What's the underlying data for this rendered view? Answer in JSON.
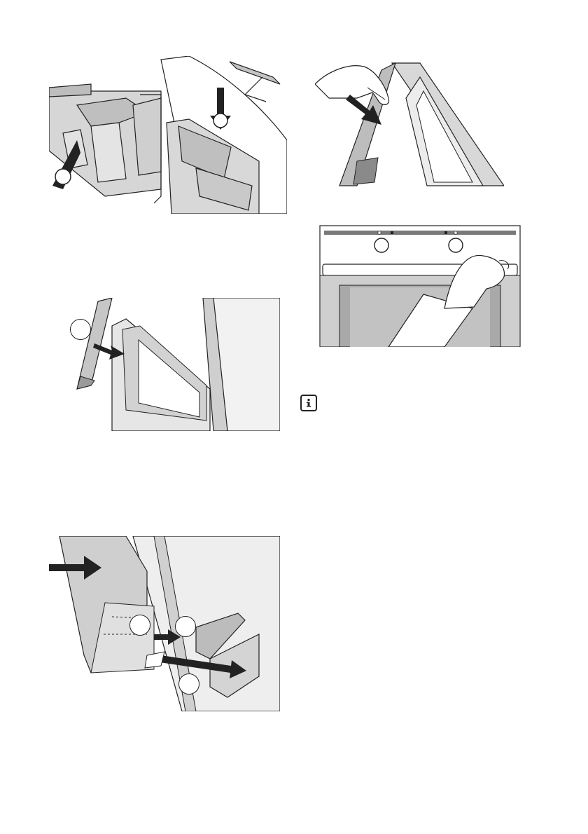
{
  "figures": [
    {
      "id": "fig1",
      "subject": "door-trim-clip-release",
      "callouts": []
    },
    {
      "id": "fig2",
      "subject": "remove-door-trim",
      "callouts": []
    },
    {
      "id": "fig3",
      "subject": "install-door-trim",
      "callouts": []
    },
    {
      "id": "fig4",
      "subject": "lift-door-trim",
      "callouts": []
    },
    {
      "id": "fig5",
      "subject": "oven-door-close",
      "callouts": []
    }
  ],
  "icons": {
    "info": "info-icon"
  },
  "colors": {
    "line": "#222222",
    "fill_light": "#e6e6e6",
    "fill_mid": "#c8c8c8",
    "fill_dark": "#9a9a9a",
    "panel": "#d0d0d0"
  }
}
